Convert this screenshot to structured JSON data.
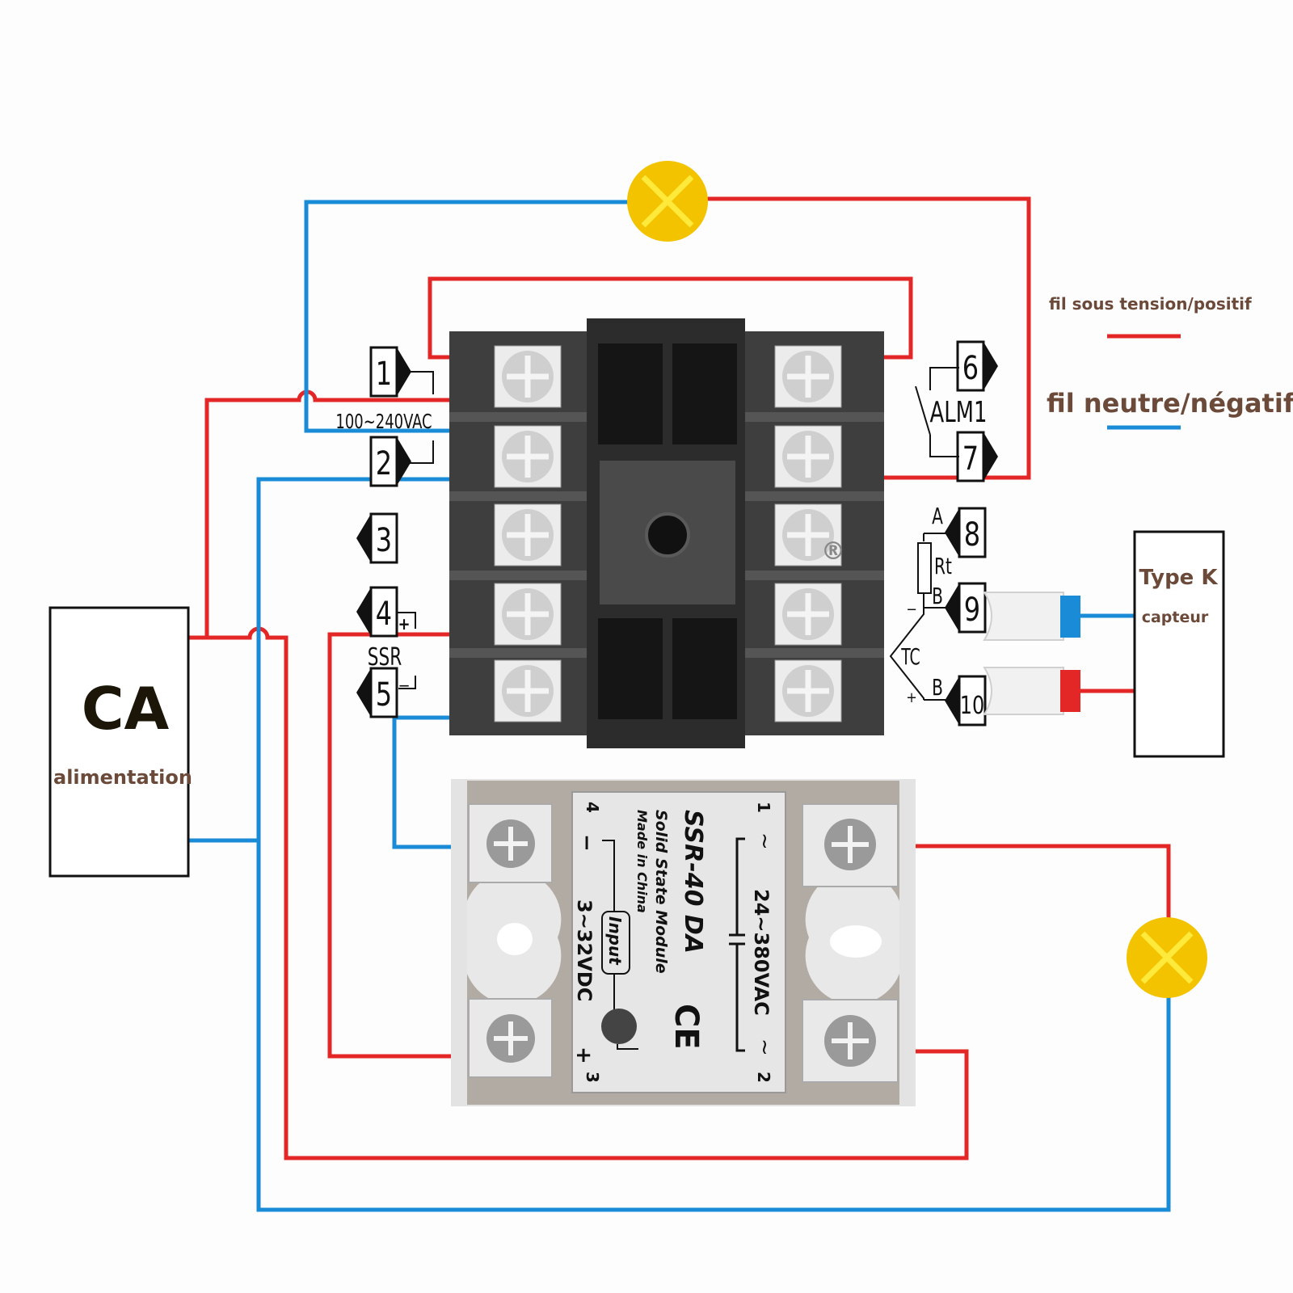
{
  "colors": {
    "live": "#e32626",
    "neutral": "#1a8bd6",
    "lamp": "#f3c300",
    "lamp_x": "#ffe93a",
    "block_dark": "#3e3e3e",
    "block_darker": "#222222",
    "screw": "#cfcfcf",
    "ssr_frame": "#b2aba4",
    "ssr_panel": "#e8e8e8",
    "legend_text": "#6b4a3a"
  },
  "legend": {
    "live_label": "fil sous tension/positif",
    "neutral_label": "fil neutre/négatif"
  },
  "power_box": {
    "title": "CA",
    "subtitle": "alimentation"
  },
  "sensor_box": {
    "title": "Type K",
    "subtitle": "capteur"
  },
  "controller": {
    "terminals_left": [
      "1",
      "2",
      "3",
      "4",
      "5"
    ],
    "terminals_right": [
      "6",
      "7",
      "8",
      "9",
      "10"
    ],
    "supply_label": "100~240VAC",
    "ssr_output_label": "SSR",
    "ssr_plus": "+",
    "ssr_minus": "−",
    "alarm_label": "ALM1",
    "rtd_a": "A",
    "rtd_b": "B",
    "rtd_label": "Rt",
    "tc_b": "B",
    "tc_label": "TC",
    "tc_minus": "−",
    "tc_plus": "+",
    "mark": "®"
  },
  "ssr": {
    "model": "SSR-40 DA",
    "desc": "Solid State Module",
    "origin": "Made in China",
    "input_label": "Input",
    "input_range": "3~32VDC",
    "output_range": "24~380VAC",
    "term1": "1",
    "term2": "2",
    "term3": "3",
    "term4": "4",
    "tilde": "~",
    "plus": "+",
    "minus": "−",
    "ce": "CE"
  },
  "lamps": [
    {
      "name": "lamp-alarm",
      "symbol": "×"
    },
    {
      "name": "lamp-load",
      "symbol": "×"
    }
  ]
}
